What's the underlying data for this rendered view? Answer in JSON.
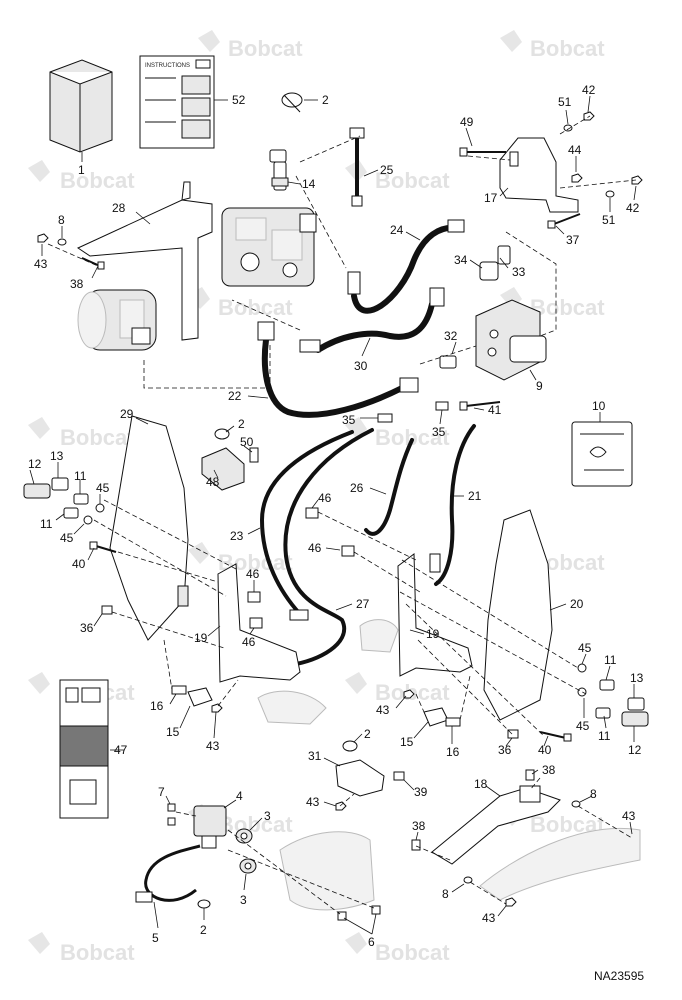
{
  "watermark": "Bobcat",
  "doc_code": "NA23595",
  "instructions_label": "INSTRUCTIONS",
  "callouts": {
    "c1": "1",
    "c52": "52",
    "c2a": "2",
    "c25": "25",
    "c14": "14",
    "c49": "49",
    "c51a": "51",
    "c42a": "42",
    "c44": "44",
    "c17": "17",
    "c51b": "51",
    "c42b": "42",
    "c37": "37",
    "c28": "28",
    "c8a": "8",
    "c43a": "43",
    "c38a": "38",
    "c24": "24",
    "c34": "34",
    "c33": "33",
    "c32": "32",
    "c30": "30",
    "c9": "9",
    "c22": "22",
    "c10": "10",
    "c29": "29",
    "c2b": "2",
    "c50": "50",
    "c35a": "35",
    "c35b": "35",
    "c41": "41",
    "c12a": "12",
    "c13a": "13",
    "c11a": "11",
    "c45a": "45",
    "c11b": "11",
    "c45b": "45",
    "c48": "48",
    "c26": "26",
    "c21": "21",
    "c46a": "46",
    "c23": "23",
    "c46b": "46",
    "c40a": "40",
    "c46c": "46",
    "c27": "27",
    "c20": "20",
    "c36a": "36",
    "c19a": "19",
    "c46d": "46",
    "c19b": "19",
    "c45c": "45",
    "c11c": "11",
    "c13b": "13",
    "c16a": "16",
    "c15a": "15",
    "c43b": "43",
    "c47": "47",
    "c43c": "43",
    "c45d": "45",
    "c11d": "11",
    "c12b": "12",
    "c15b": "15",
    "c16b": "16",
    "c36b": "36",
    "c40b": "40",
    "c31": "31",
    "c2c": "2",
    "c39": "39",
    "c38b": "38",
    "c18": "18",
    "c7": "7",
    "c4": "4",
    "c43d": "43",
    "c8b": "8",
    "c3a": "3",
    "c38c": "38",
    "c43e": "43",
    "c3b": "3",
    "c8c": "8",
    "c5": "5",
    "c2d": "2",
    "c6": "6",
    "c43f": "43"
  }
}
